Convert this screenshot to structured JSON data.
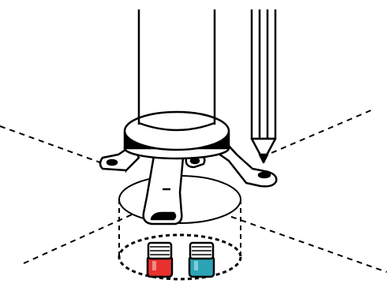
{
  "figure": {
    "background": "#ffffff",
    "stroke_color": "#000000",
    "vial_left_cap": "#ffffff",
    "vial_left_liquid": "#e8312f",
    "vial_right_cap": "#ffffff",
    "vial_right_liquid": "#2ba4b6",
    "components": [
      "vertical-column",
      "mounting-collar",
      "tripod-legs",
      "pencil",
      "dashed-guide-lines",
      "sample-zone-cylinder",
      "sample-vials"
    ]
  }
}
